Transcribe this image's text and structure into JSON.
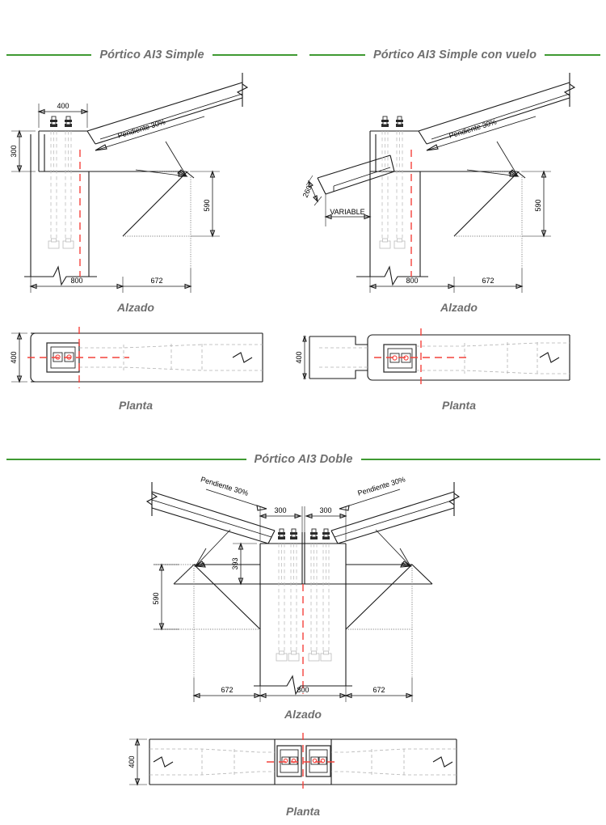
{
  "page": {
    "background": "#ffffff",
    "accent_green": "#3f9a32",
    "title_color": "#6e6e6e",
    "centerline_color": "#f4423c"
  },
  "sections": [
    {
      "id": "simple",
      "title": "Pórtico AI3 Simple",
      "views": [
        {
          "name": "elevation",
          "label": "Alzado"
        },
        {
          "name": "plan",
          "label": "Planta"
        }
      ],
      "annotations": {
        "slope": "Pendiente 30%",
        "plate_width": "400",
        "plate_height": "300",
        "haunch_depth": "590",
        "column_dim": "800",
        "haunch_length": "672",
        "plan_width": "400"
      }
    },
    {
      "id": "simple_con_vuelo",
      "title": "Pórtico AI3 Simple con vuelo",
      "views": [
        {
          "name": "elevation",
          "label": "Alzado"
        },
        {
          "name": "plan",
          "label": "Planta"
        }
      ],
      "annotations": {
        "slope": "Pendiente 30%",
        "overhang_depth": "260",
        "overhang_length": "VARIABLE",
        "haunch_depth": "590",
        "column_dim": "800",
        "haunch_length": "672",
        "plan_width": "400"
      }
    },
    {
      "id": "doble",
      "title": "Pórtico AI3 Doble",
      "views": [
        {
          "name": "elevation",
          "label": "Alzado"
        },
        {
          "name": "plan",
          "label": "Planta"
        }
      ],
      "annotations": {
        "slope_left": "Pendiente 30%",
        "slope_right": "Pendiente 30%",
        "plate_left": "300",
        "plate_right": "300",
        "plate_height": "393",
        "haunch_depth": "590",
        "haunch_length_left": "672",
        "column_dim": "800",
        "haunch_length_right": "672",
        "plan_width": "400"
      }
    }
  ]
}
